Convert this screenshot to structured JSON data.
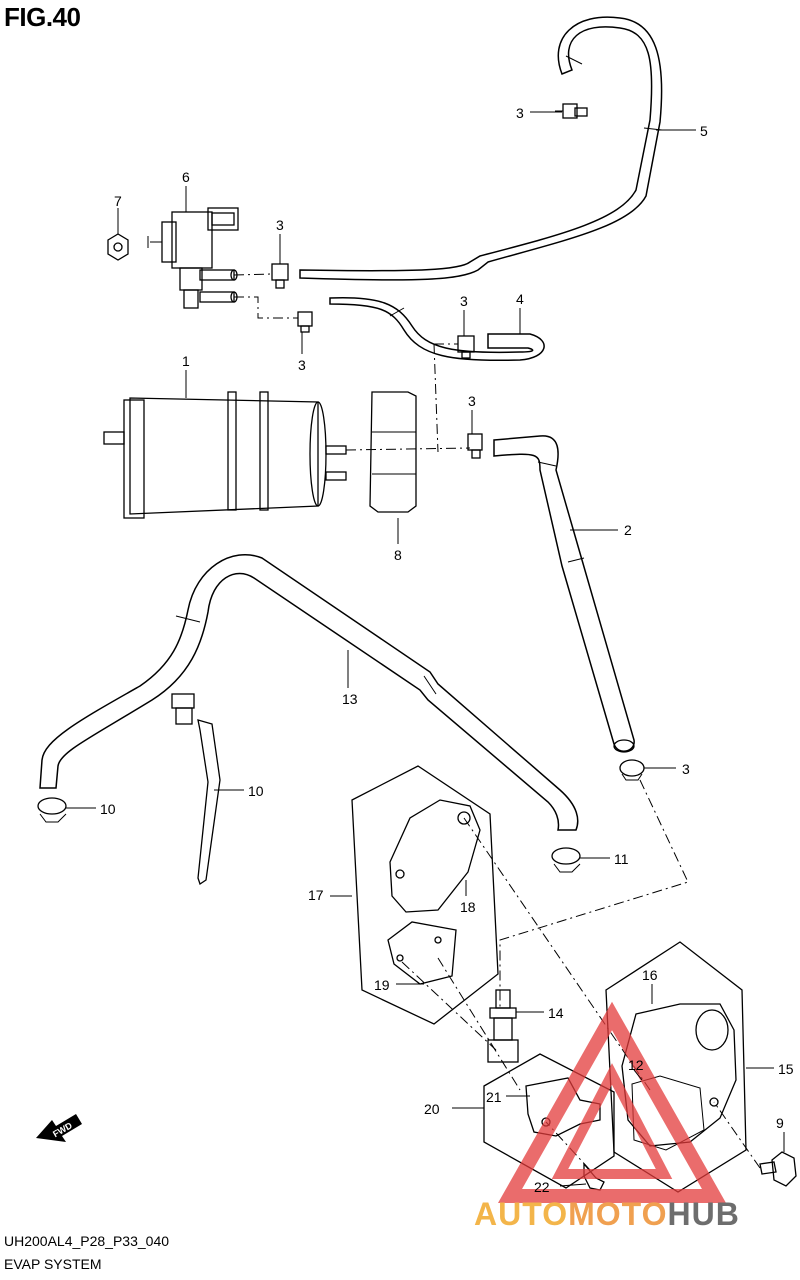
{
  "header": {
    "figure_title": "FIG.40"
  },
  "footer": {
    "code": "UH200AL4_P28_P33_040",
    "name": "EVAP SYSTEM"
  },
  "direction_marker": {
    "label": "FWD"
  },
  "callouts": [
    "1",
    "2",
    "3",
    "3",
    "3",
    "3",
    "3",
    "3",
    "4",
    "5",
    "6",
    "7",
    "8",
    "9",
    "10",
    "10",
    "11",
    "12",
    "13",
    "14",
    "15",
    "16",
    "17",
    "18",
    "19",
    "20",
    "21",
    "22"
  ],
  "watermark": {
    "part1": "AUTO",
    "part2": "MOTO",
    "part3": "HUB",
    "color_a": "#f3b54a",
    "color_b": "#f0a050",
    "color_c": "#6d6d6d",
    "triangle_color": "#e33b3b"
  }
}
